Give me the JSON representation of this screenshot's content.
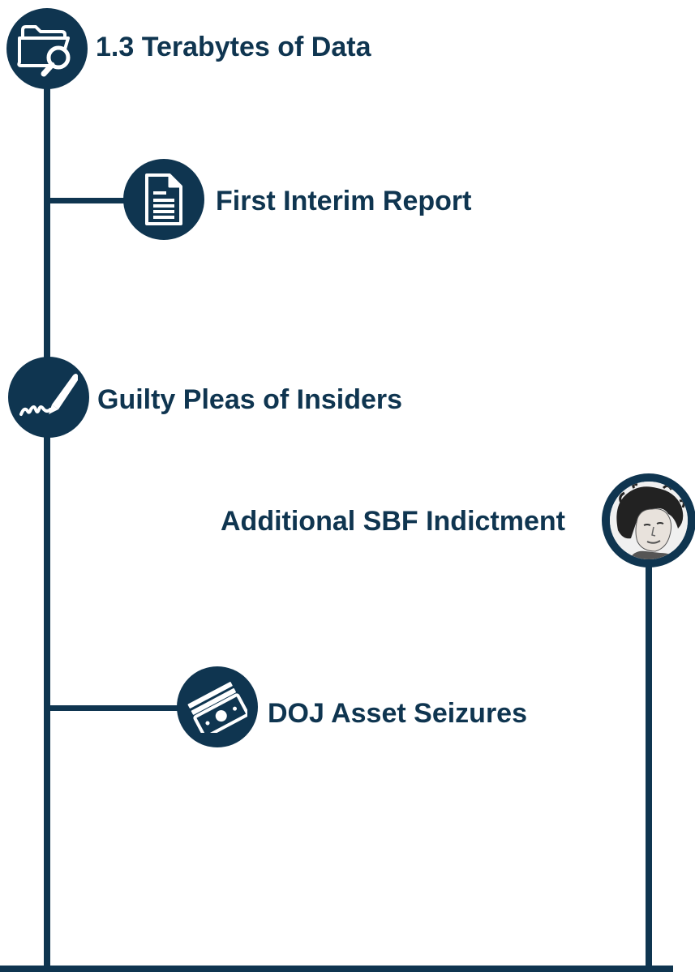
{
  "colors": {
    "navy": "#0f3550",
    "background": "#ffffff",
    "icon_fill": "#ffffff"
  },
  "timeline": {
    "events": [
      {
        "label": "1.3 Terabytes of Data",
        "icon": "folder-search-icon"
      },
      {
        "label": "First Interim Report",
        "icon": "document-icon"
      },
      {
        "label": "Guilty Pleas of Insiders",
        "icon": "signature-pen-icon"
      },
      {
        "label": "Additional SBF Indictment",
        "icon": "portrait-photo"
      },
      {
        "label": "DOJ Asset Seizures",
        "icon": "cash-icon"
      }
    ]
  }
}
